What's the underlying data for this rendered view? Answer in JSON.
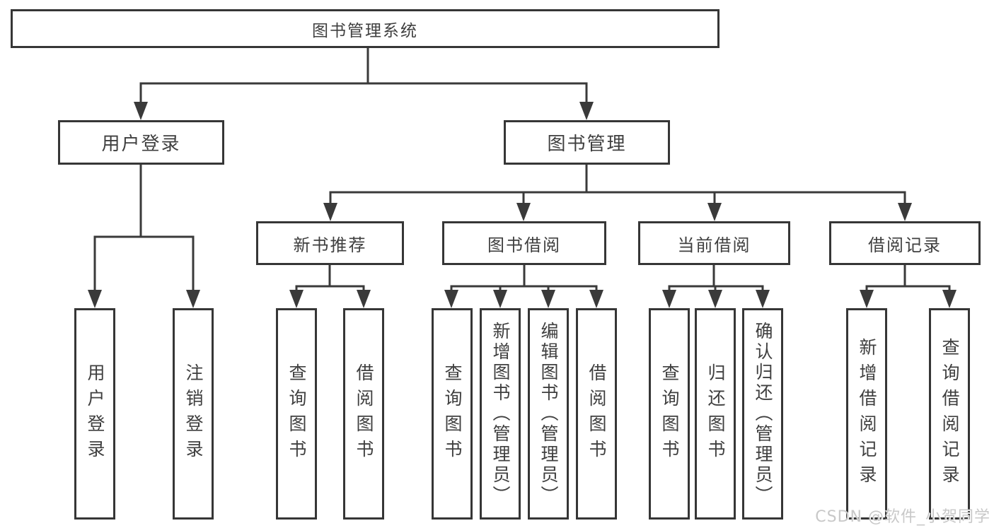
{
  "tree": {
    "root": "图书管理系统",
    "children": [
      {
        "label": "用户登录",
        "children": [
          "用户登录",
          "注销登录"
        ]
      },
      {
        "label": "图书管理",
        "children": [
          {
            "label": "新书推荐",
            "children": [
              "查询图书",
              "借阅图书"
            ]
          },
          {
            "label": "图书借阅",
            "children": [
              "查询图书",
              "新增图书（管理员）",
              "编辑图书（管理员）",
              "借阅图书"
            ]
          },
          {
            "label": "当前借阅",
            "children": [
              "查询图书",
              "归还图书",
              "确认归还（管理员）"
            ]
          },
          {
            "label": "借阅记录",
            "children": [
              "新增借阅记录",
              "查询借阅记录"
            ]
          }
        ]
      }
    ]
  },
  "watermark": {
    "text": "CSDN @软件_小贺同学"
  },
  "colors": {
    "line": "#3a3a3a",
    "text": "#3f3f3f",
    "background": "#ffffff",
    "watermark": "#c8c8c8"
  }
}
